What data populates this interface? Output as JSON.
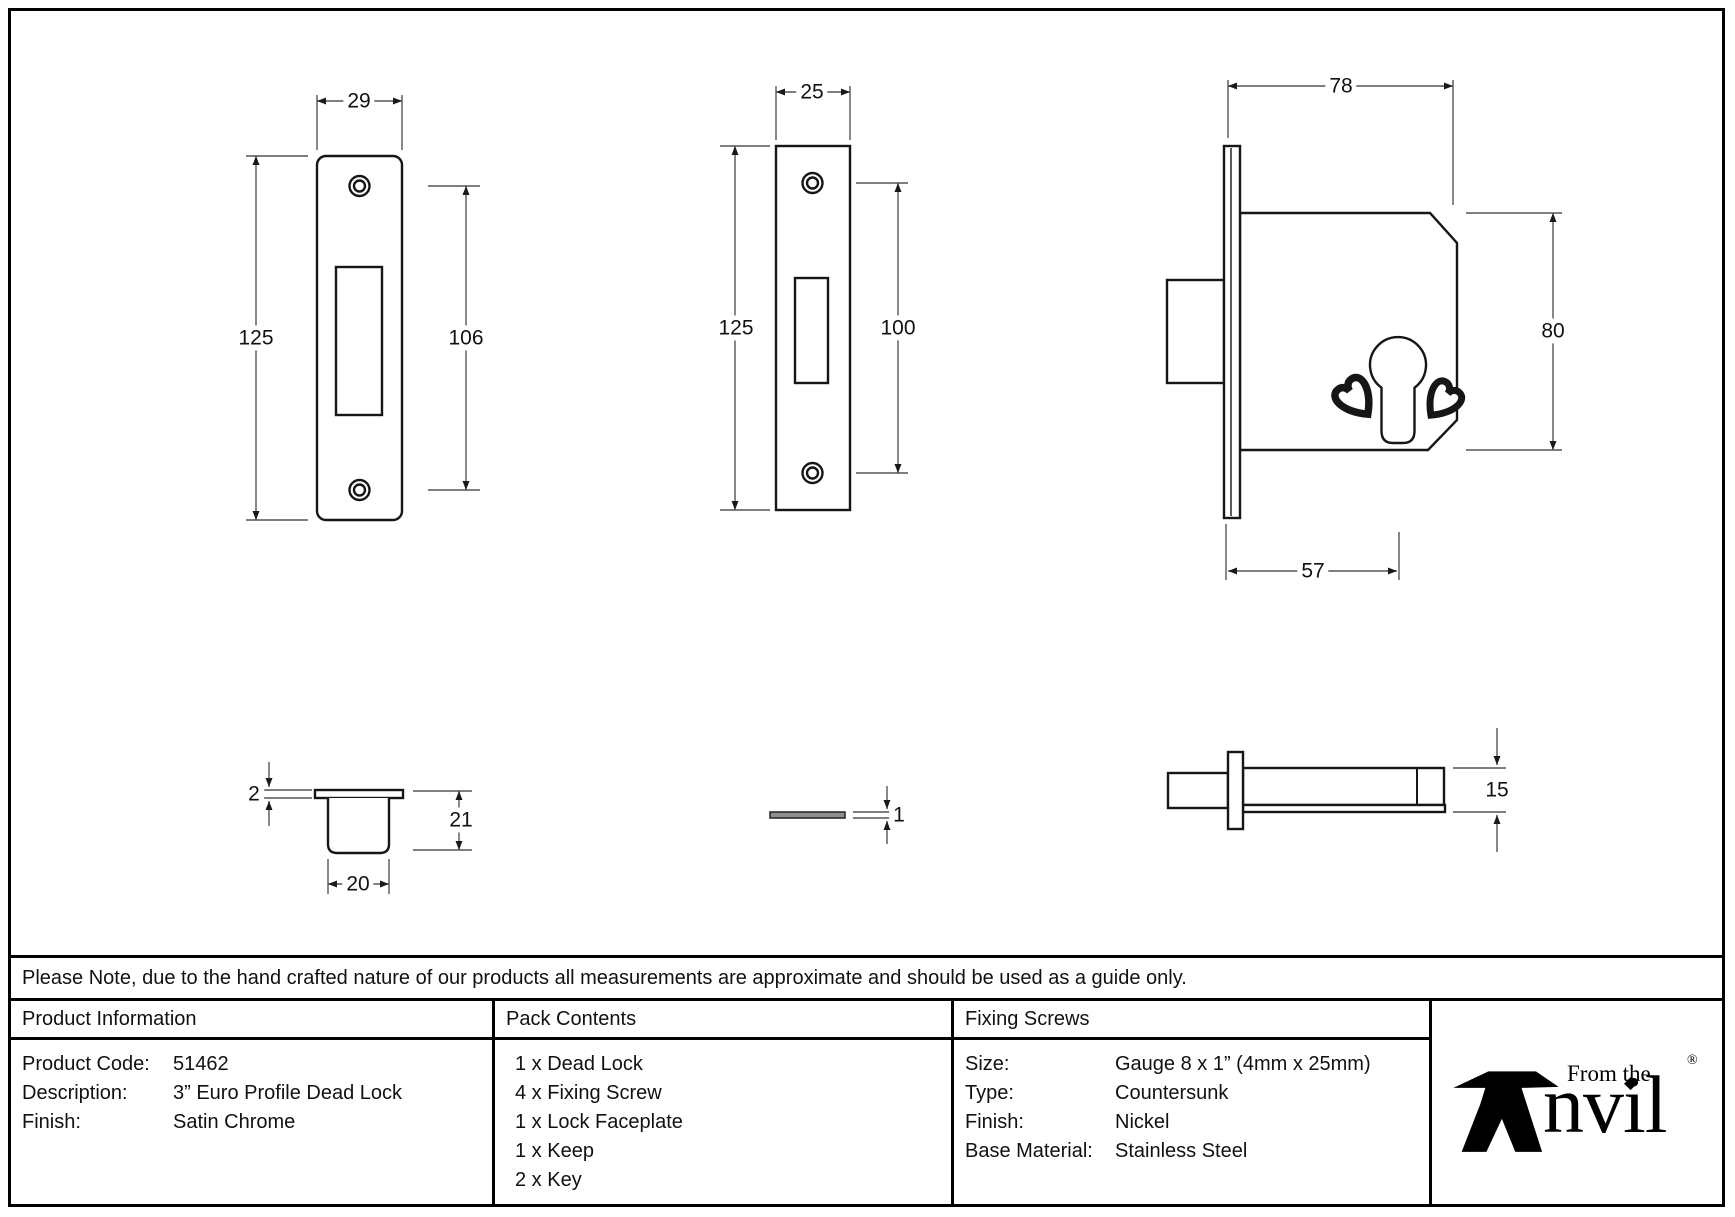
{
  "note": "Please Note, due to the hand crafted nature of our products all measurements are approximate and should be used as a guide only.",
  "drawings": {
    "keep_front": {
      "width": "29",
      "height": "125",
      "hole_spacing": "106"
    },
    "faceplate_front": {
      "width": "25",
      "height": "125",
      "hole_spacing": "100"
    },
    "lock_body_side": {
      "depth": "78",
      "height": "80",
      "backset": "57"
    },
    "keep_side": {
      "lip": "2",
      "depth": "21",
      "width": "20"
    },
    "faceplate_edge": {
      "thickness": "1"
    },
    "bolt_side": {
      "height": "15"
    }
  },
  "table": {
    "product_info": {
      "header": "Product Information",
      "rows": [
        {
          "label": "Product Code:",
          "value": "51462"
        },
        {
          "label": "Description:",
          "value": "3” Euro Profile Dead Lock"
        },
        {
          "label": "Finish:",
          "value": "Satin Chrome"
        }
      ]
    },
    "pack_contents": {
      "header": "Pack Contents",
      "items": [
        "1 x Dead Lock",
        "4 x Fixing Screw",
        "1 x Lock Faceplate",
        "1 x Keep",
        "2 x Key"
      ]
    },
    "fixing_screws": {
      "header": "Fixing Screws",
      "rows": [
        {
          "label": "Size:",
          "value": "Gauge 8 x 1” (4mm x 25mm)"
        },
        {
          "label": "Type:",
          "value": "Countersunk"
        },
        {
          "label": "Finish:",
          "value": "Nickel"
        },
        {
          "label": "Base Material:",
          "value": "Stainless Steel"
        }
      ]
    }
  },
  "logo": {
    "tagline": "From the",
    "wordmark_tail": "nvil",
    "registered": "®",
    "i_dot": "◆"
  },
  "colors": {
    "line": "#161616",
    "dim_line": "#555555",
    "plate_fill": "#8f8f8f"
  }
}
